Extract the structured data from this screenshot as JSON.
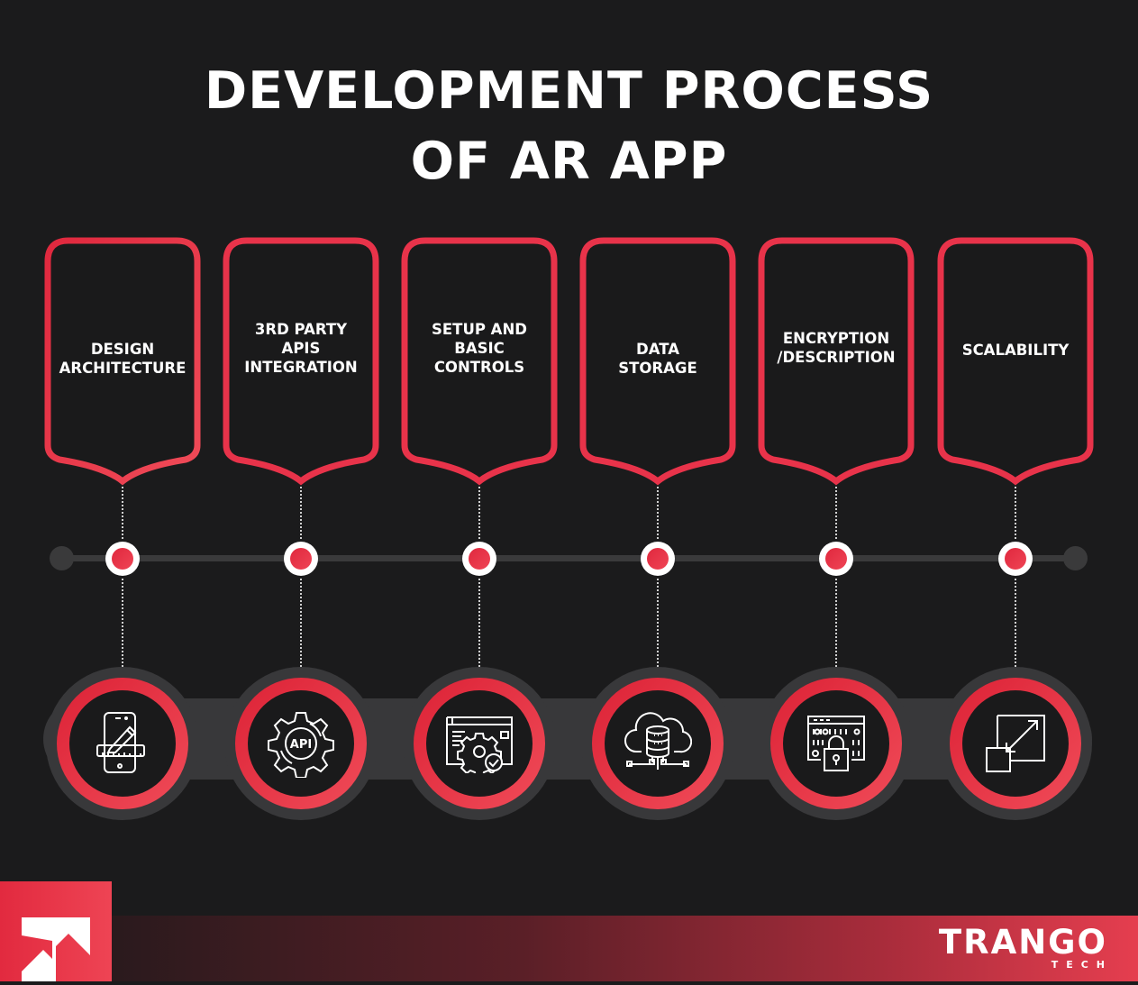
{
  "title": {
    "line1": "DEVELOPMENT PROCESS",
    "line2": "OF AR APP"
  },
  "steps": [
    {
      "label": "DESIGN\nARCHITECTURE",
      "icon": "mobile-design-ruler-icon"
    },
    {
      "label": "3RD PARTY\nAPIS\nINTEGRATION",
      "icon": "api-gear-icon",
      "icon_text": "API"
    },
    {
      "label": "SETUP AND\nBASIC\nCONTROLS",
      "icon": "settings-window-check-icon"
    },
    {
      "label": "DATA\nSTORAGE",
      "icon": "cloud-database-icon"
    },
    {
      "label": "ENCRYPTION\n/DESCRIPTION",
      "icon": "binary-lock-icon"
    },
    {
      "label": "SCALABILITY",
      "icon": "resize-expand-icon"
    }
  ],
  "brand": {
    "name": "TRANGO",
    "sub": "TECH"
  },
  "colors": {
    "background": "#1b1b1c",
    "accent": "#e8334a",
    "track": "#3a3a3b"
  }
}
